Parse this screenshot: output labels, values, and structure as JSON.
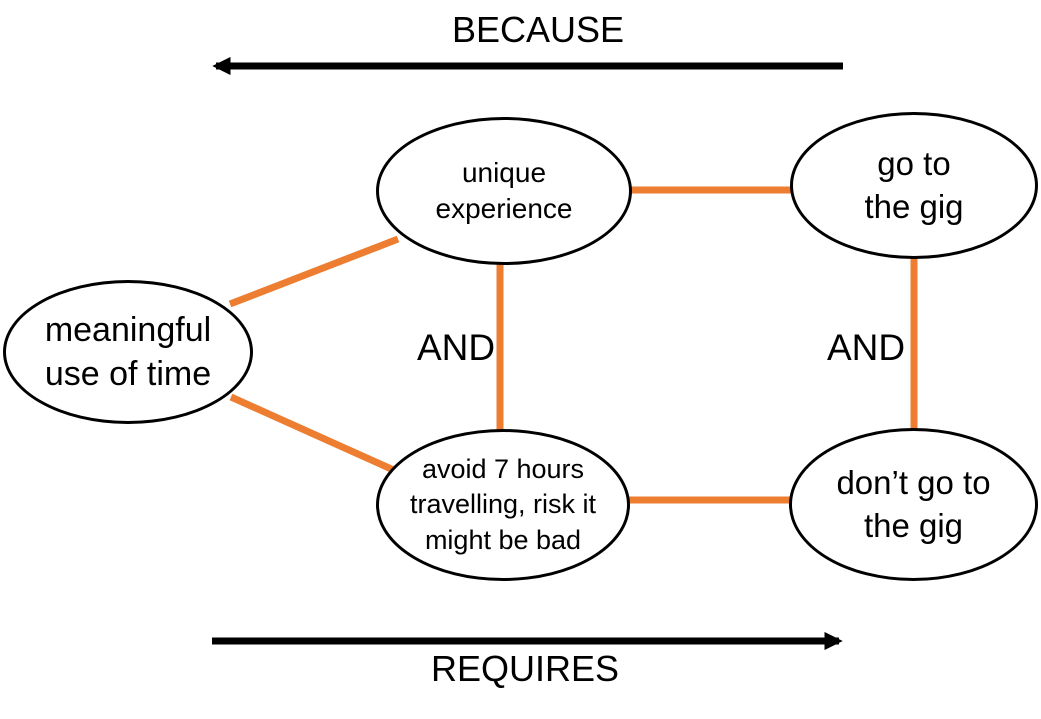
{
  "diagram": {
    "top_relation": {
      "label": "BECAUSE",
      "arrow_direction": "left"
    },
    "bottom_relation": {
      "label": "REQUIRES",
      "arrow_direction": "right"
    },
    "operator_labels": [
      "AND",
      "AND"
    ],
    "nodes": [
      {
        "id": "meaningful-use-of-time",
        "label": "meaningful\nuse of time"
      },
      {
        "id": "unique-experience",
        "label": "unique\nexperience"
      },
      {
        "id": "go-to-the-gig",
        "label": "go to\nthe gig"
      },
      {
        "id": "avoid-7-hours-travelling",
        "label": "avoid 7 hours\ntravelling, risk it\nmight be bad"
      },
      {
        "id": "dont-go-to-the-gig",
        "label": "don’t go to\nthe gig"
      }
    ],
    "edges": [
      {
        "from": "meaningful-use-of-time",
        "to": "unique-experience"
      },
      {
        "from": "meaningful-use-of-time",
        "to": "avoid-7-hours-travelling"
      },
      {
        "from": "unique-experience",
        "to": "go-to-the-gig"
      },
      {
        "from": "unique-experience",
        "to": "avoid-7-hours-travelling",
        "operator": "AND"
      },
      {
        "from": "go-to-the-gig",
        "to": "dont-go-to-the-gig",
        "operator": "AND"
      },
      {
        "from": "avoid-7-hours-travelling",
        "to": "dont-go-to-the-gig"
      }
    ],
    "colors": {
      "connector": "#ED7D31",
      "shape_outline": "#000000",
      "text": "#000000",
      "background": "#FFFFFF"
    }
  }
}
